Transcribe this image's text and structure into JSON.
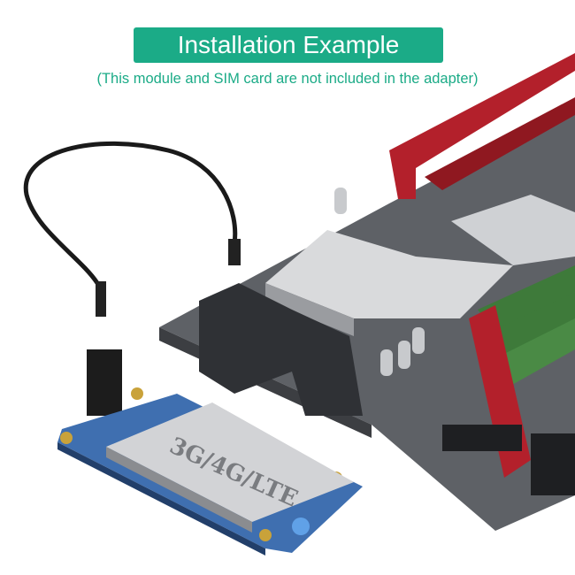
{
  "header": {
    "title": "Installation Example",
    "subtitle": "(This module and SIM card are not included in the adapter)",
    "accent_color": "#1bab87"
  },
  "illustration": {
    "module_label": "3G/4G/LTE",
    "board_color": "#3f6fb0",
    "motherboard_color": "#5a5d62",
    "slot_color": "#b0202a",
    "ram_color": "#3e7a3a"
  }
}
